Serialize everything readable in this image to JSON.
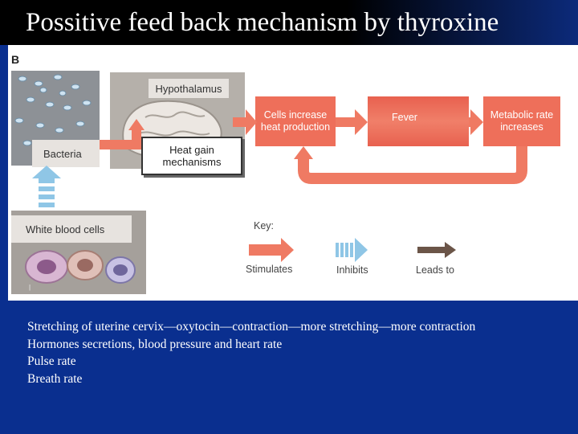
{
  "title": "Possitive feed back mechanism by thyroxine",
  "figure": {
    "panel_letter": "B",
    "labels": {
      "hypothalamus": "Hypothalamus",
      "bacteria": "Bacteria",
      "white_blood_cells": "White blood cells",
      "heat_gain": "Heat gain mechanisms",
      "cells_increase": "Cells increase heat production",
      "fever": "Fever",
      "metabolic": "Metabolic rate increases"
    },
    "key": {
      "title": "Key:",
      "stimulates": "Stimulates",
      "inhibits": "Inhibits",
      "leads_to": "Leads to"
    },
    "colors": {
      "stimulate_arrow": "#ef7a63",
      "inhibit_arrow": "#8fc6e6",
      "leads_arrow": "#6b5548",
      "process_box": "#ee6f5a"
    }
  },
  "text_lines": [
    "Stretching of uterine cervix—oxytocin—contraction—more stretching—more contraction",
    "Hormones secretions, blood pressure and heart rate",
    "Pulse rate",
    "Breath rate"
  ]
}
